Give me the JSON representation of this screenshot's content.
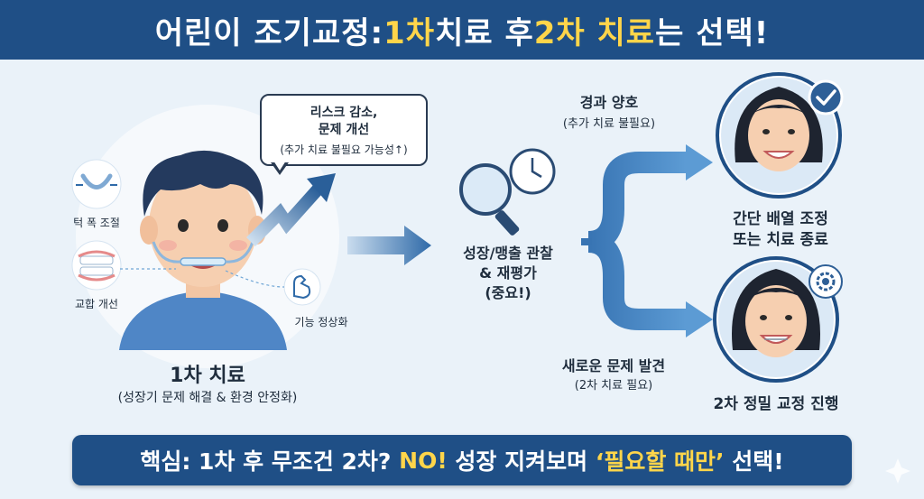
{
  "title": {
    "part1": "어린이 조기교정: ",
    "part2": "1차",
    "part3": " 치료 후 ",
    "part4": "2차 치료",
    "part5": "는 선택!"
  },
  "first_treatment": {
    "title": "1차 치료",
    "subtitle": "(성장기 문제 해결 & 환경 안정화)",
    "features": {
      "jaw_width": "턱 폭 조절",
      "bite": "교합 개선",
      "function": "기능 정상화"
    }
  },
  "bubble": {
    "line1": "리스크 감소,",
    "line2": "문제 개선",
    "line3": "(추가 치료 불필요 가능성↑)"
  },
  "monitoring": {
    "line1": "성장/맹출 관찰",
    "line2": "& 재평가",
    "line3": "(중요!)"
  },
  "good_outcome": {
    "title": "경과 양호",
    "sub": "(추가 치료 불필요)",
    "result_line1": "간단 배열 조정",
    "result_line2": "또는 치료 종료"
  },
  "new_problem": {
    "title": "새로운 문제 발견",
    "sub": "(2차 치료 필요)",
    "result": "2차 정밀 교정 진행"
  },
  "footer": {
    "part1": "핵심: 1차 후 무조건 2차? ",
    "part2": "NO!",
    "part3": " 성장 지켜보며 ",
    "part4": "‘필요할 때만’",
    "part5": " 선택!"
  },
  "colors": {
    "banner": "#1f4f86",
    "highlight": "#ffd54a",
    "background": "#eaf2f9",
    "arrow": "#3f7fbd"
  }
}
